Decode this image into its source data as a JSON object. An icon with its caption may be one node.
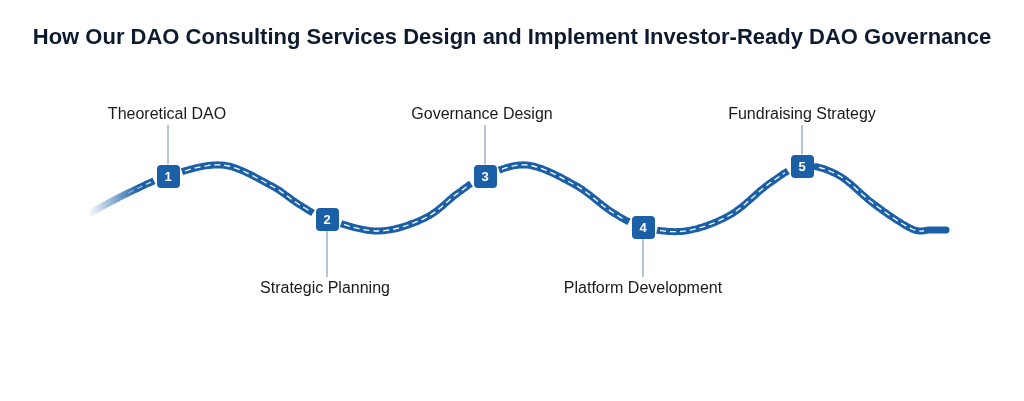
{
  "diagram": {
    "title": "How Our DAO Consulting Services Design and Implement Investor-Ready DAO Governance",
    "nodes": [
      {
        "text": [
          "Theoretical DAO"
        ]
      },
      {
        "text": [
          "1"
        ]
      },
      {
        "text": [
          "Strategic Planning"
        ]
      },
      {
        "text": [
          "2"
        ]
      },
      {
        "text": [
          "Governance Design"
        ]
      },
      {
        "text": [
          "3"
        ]
      },
      {
        "text": [
          "Platform Development"
        ]
      },
      {
        "text": [
          "4"
        ]
      },
      {
        "text": [
          "Fundraising Strategy"
        ]
      },
      {
        "text": [
          "5"
        ]
      }
    ],
    "edges": [
      {
        "from": null,
        "to": 1,
        "arrow": "none",
        "style": "thick"
      },
      {
        "from": 1,
        "to": 3,
        "arrow": "none",
        "style": "thick"
      },
      {
        "from": 3,
        "to": 5,
        "arrow": "none",
        "style": "thick"
      },
      {
        "from": 5,
        "to": 7,
        "arrow": "none",
        "style": "thick"
      },
      {
        "from": 7,
        "to": 9,
        "arrow": "none",
        "style": "thick"
      },
      {
        "from": 9,
        "to": null,
        "arrow": "none",
        "style": "thick"
      },
      {
        "from": 0,
        "to": 1,
        "arrow": "none"
      },
      {
        "from": 2,
        "to": 3,
        "arrow": "none"
      },
      {
        "from": 4,
        "to": 5,
        "arrow": "none"
      },
      {
        "from": 6,
        "to": 7,
        "arrow": "none"
      },
      {
        "from": 8,
        "to": 9,
        "arrow": "none"
      }
    ]
  }
}
